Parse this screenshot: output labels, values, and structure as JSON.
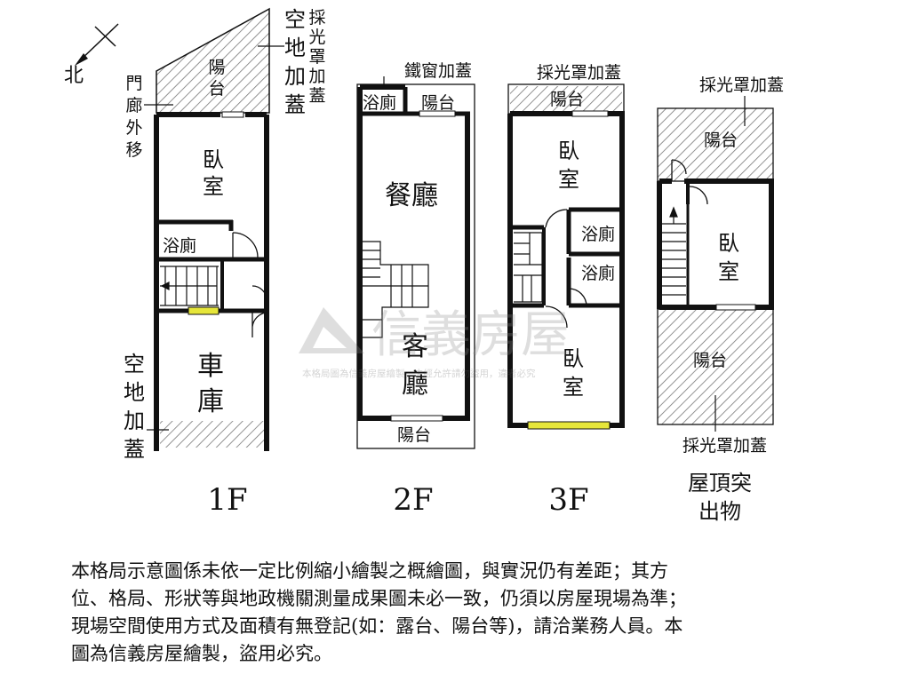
{
  "compass": {
    "north": "北"
  },
  "floor_1": {
    "title": "1F",
    "balcony": "陽台",
    "bedroom": "臥室",
    "bath": "浴廁",
    "garage": "車庫",
    "note_porch": "門廊外移",
    "note_top_right_a": "空地加蓋",
    "note_top_right_b": "採光罩加蓋",
    "note_bottom_left": "空地加蓋"
  },
  "floor_2": {
    "title": "2F",
    "note_top": "鐵窗加蓋",
    "bath": "浴廁",
    "balcony_top": "陽台",
    "dining": "餐廳",
    "living": "客廳",
    "balcony_bottom": "陽台"
  },
  "floor_3": {
    "title": "3F",
    "note_top": "採光罩加蓋",
    "balcony": "陽台",
    "bedroom_top": "臥室",
    "bath_a": "浴廁",
    "bath_b": "浴廁",
    "bedroom_bottom": "臥室"
  },
  "roof": {
    "title": "屋頂突出物",
    "note_top": "採光罩加蓋",
    "balcony_top": "陽台",
    "bedroom": "臥室",
    "balcony_bottom": "陽台",
    "note_bottom": "採光罩加蓋"
  },
  "watermark": {
    "brand": "信義房屋",
    "notice": "本格局圖為信義房屋繪製，未經允許請勿盜用，違者必究"
  },
  "disclaimer": [
    "本格局示意圖係未依一定比例縮小繪製之概繪圖，與實況仍有差距；其方",
    "位、格局、形狀等與地政機關測量成果圖未必一致，仍須以房屋現場為準；",
    "現場空間使用方式及面積有無登記(如：露台、陽台等)，請洽業務人員。本",
    "圖為信義房屋繪製，盜用必究。"
  ]
}
